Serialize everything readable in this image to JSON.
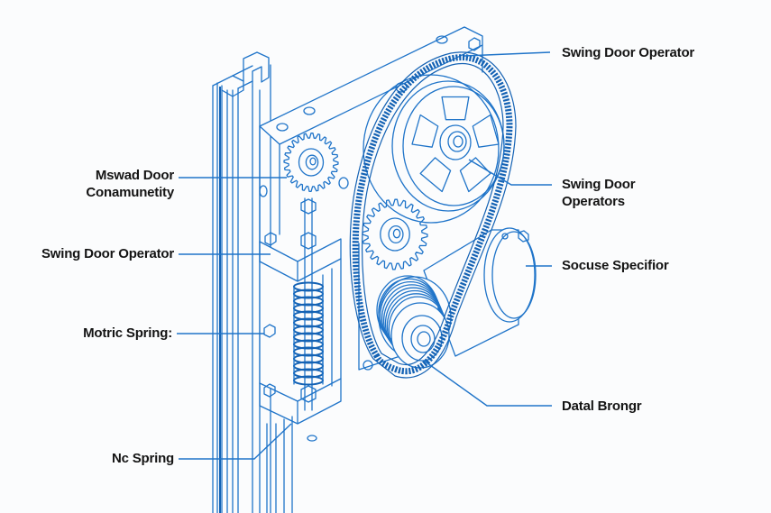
{
  "diagram": {
    "subject": "Swing door operator mechanism (technical line drawing)",
    "colors": {
      "line": "#1f74c9",
      "line_dark": "#1462b4",
      "text": "#141414",
      "background": "#fbfcfd"
    },
    "callouts": {
      "left": [
        {
          "id": "miswad-door",
          "line1": "Mswad Door",
          "line2": "Conamunetity"
        },
        {
          "id": "swing-door-operator-left",
          "line1": "Swing Door Operator"
        },
        {
          "id": "motric-spring",
          "line1": "Motric Spring:"
        },
        {
          "id": "nc-spring",
          "line1": "Nc Spring"
        }
      ],
      "right": [
        {
          "id": "swing-door-operator-top",
          "line1": "Swing Door Operator"
        },
        {
          "id": "swing-door-operators",
          "line1": "Swing Door",
          "line2": "Operators"
        },
        {
          "id": "socuse-specifior",
          "line1": "Socuse Specifior"
        },
        {
          "id": "datal-brongr",
          "line1": "Datal Brongr"
        }
      ]
    }
  }
}
